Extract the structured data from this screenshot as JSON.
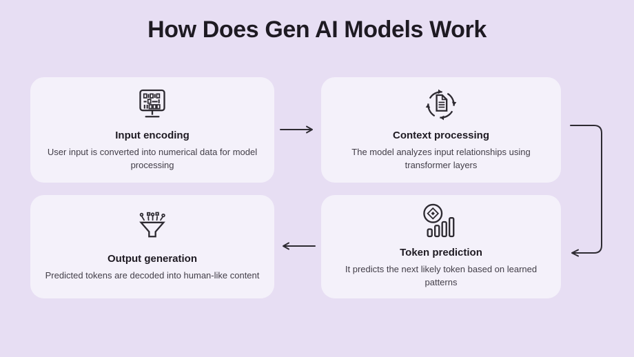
{
  "page": {
    "title": "How Does Gen AI Models Work",
    "colors": {
      "background": "#e7def3",
      "card": "#f4f1fa",
      "heading": "#1e1a22",
      "body": "#413d47",
      "stroke": "#2d2a31"
    }
  },
  "cards": [
    {
      "id": "input-encoding",
      "icon": "binary-monitor-icon",
      "title": "Input encoding",
      "description": "User input is converted into numerical data for model processing"
    },
    {
      "id": "context-processing",
      "icon": "document-refresh-icon",
      "title": "Context processing",
      "description": "The model analyzes input relationships using transformer layers"
    },
    {
      "id": "token-prediction",
      "icon": "token-bars-icon",
      "title": "Token prediction",
      "description": "It predicts the next likely token based on learned patterns"
    },
    {
      "id": "output-generation",
      "icon": "funnel-icon",
      "title": "Output generation",
      "description": "Predicted tokens are decoded into human-like content"
    }
  ],
  "flow": {
    "step_1_to_2": "right-arrow",
    "step_2_to_3": "loop-down-left-arrow",
    "step_3_to_4": "left-arrow"
  }
}
